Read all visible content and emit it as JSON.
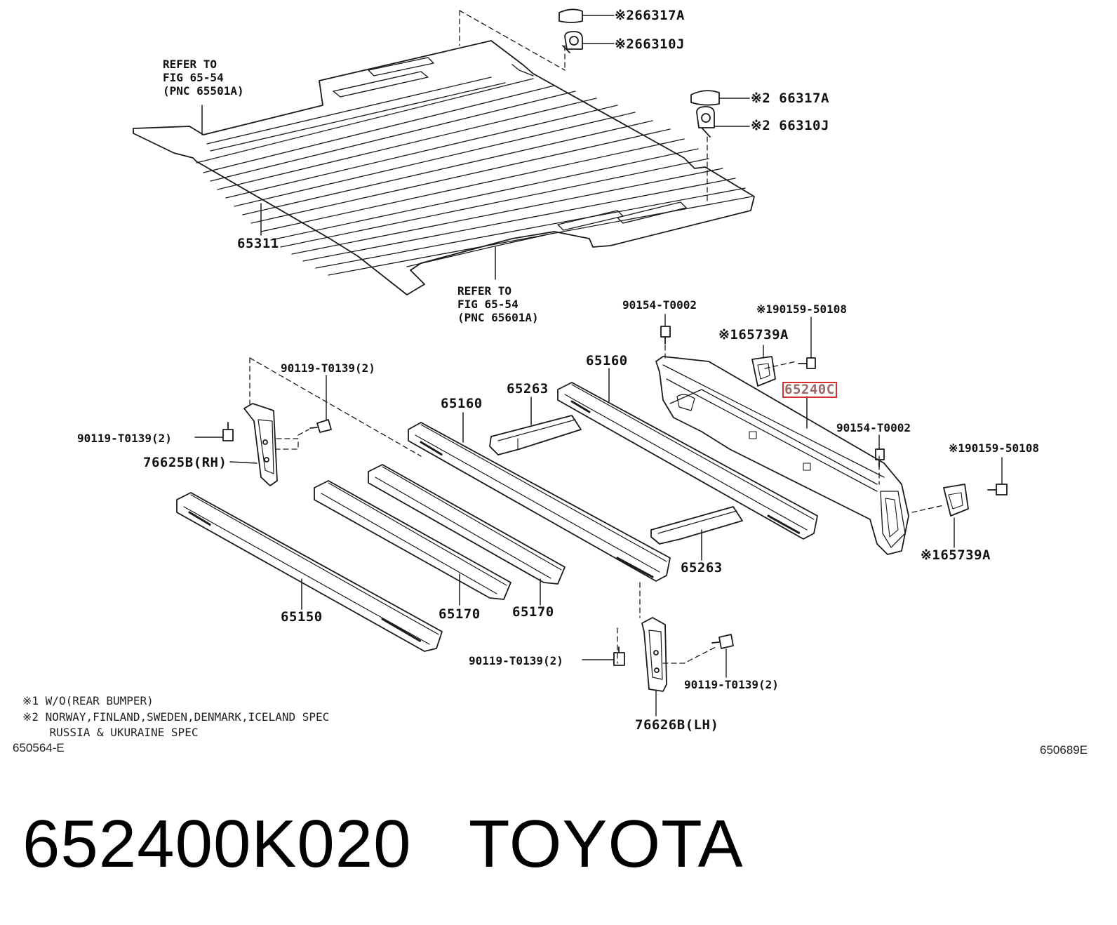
{
  "callouts": {
    "c66317a_top": "※266317A",
    "c66310j_top": "※266310J",
    "c66317a_right": "※2 66317A",
    "c66310j_right": "※2 66310J",
    "refer_top": "REFER TO\nFIG 65-54\n(PNC 65501A)",
    "refer_bottom": "REFER TO\nFIG 65-54\n(PNC 65601A)",
    "p65311": "65311",
    "p90154_a": "90154-T0002",
    "p190159_a": "※190159-50108",
    "p165739a_a": "※165739A",
    "p65240c": "65240C",
    "p90154_b": "90154-T0002",
    "p190159_b": "※190159-50108",
    "p165739a_b": "※165739A",
    "p65160_a": "65160",
    "p65160_b": "65160",
    "p65263_a": "65263",
    "p65263_b": "65263",
    "p90119_a": "90119-T0139(2)",
    "p90119_b": "90119-T0139(2)",
    "p76625b": "76625B(RH)",
    "p65150": "65150",
    "p65170_a": "65170",
    "p65170_b": "65170",
    "p90119_c": "90119-T0139(2)",
    "p90119_d": "90119-T0139(2)",
    "p76626b": "76626B(LH)"
  },
  "notes": {
    "note1": "※1 W/O(REAR BUMPER)",
    "note2": "※2 NORWAY,FINLAND,SWEDEN,DENMARK,ICELAND SPEC\n    RUSSIA & UKURAINE SPEC"
  },
  "figure_codes": {
    "left": "650564-E",
    "right": "650689E"
  },
  "footer": {
    "part_number": "652400K020",
    "brand": "TOYOTA"
  },
  "colors": {
    "line": "#1a1a1a",
    "highlight": "#d43030"
  }
}
